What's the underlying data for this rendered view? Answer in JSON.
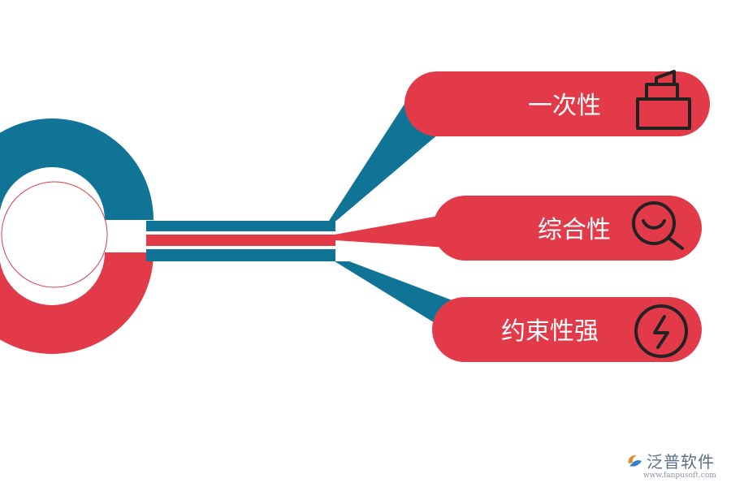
{
  "colors": {
    "red": "#e33a4a",
    "blue": "#0f7496",
    "icon_stroke": "#222222",
    "label": "#ffffff"
  },
  "items": [
    {
      "label": "一次性",
      "icon": "cake-icon"
    },
    {
      "label": "综合性",
      "icon": "search-icon"
    },
    {
      "label": "约束性强",
      "icon": "lightning-icon"
    }
  ],
  "logo": {
    "name": "泛普软件",
    "url": "www.fanpusoft.com"
  }
}
